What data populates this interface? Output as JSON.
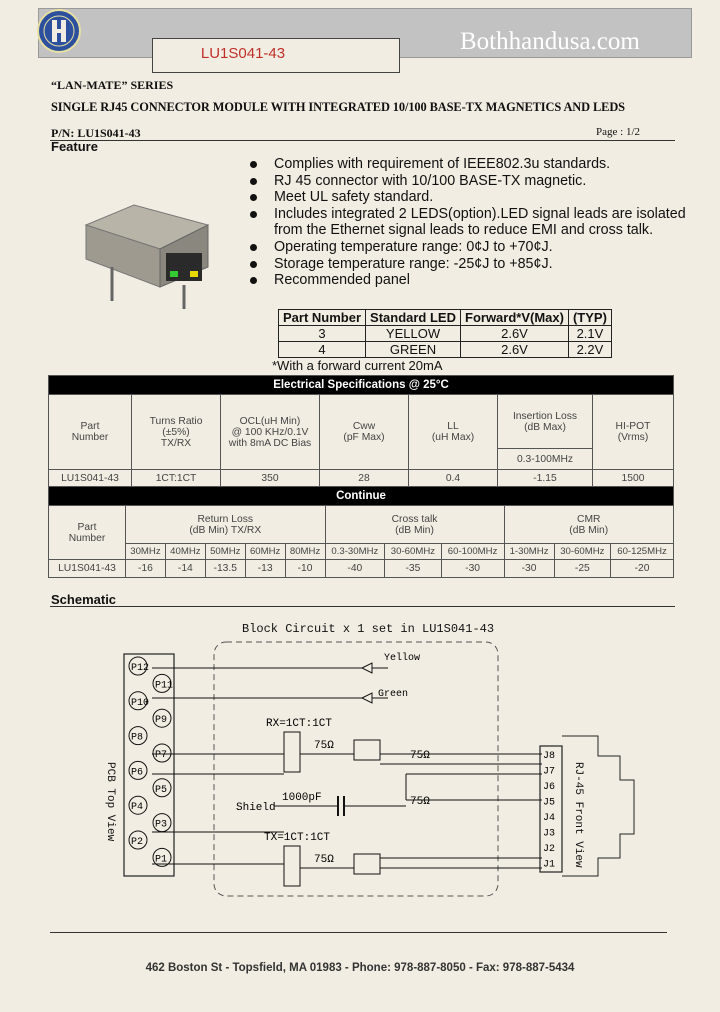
{
  "header": {
    "part_label": "LU1S041-43",
    "site": "Bothhandusa.com"
  },
  "title": {
    "series": "“LAN-MATE” SERIES",
    "subtitle": "SINGLE RJ45 CONNECTOR MODULE WITH INTEGRATED 10/100 BASE-TX MAGNETICS AND LEDS",
    "pn_line": "P/N: LU1S041-43",
    "page": "Page : 1/2"
  },
  "feature": {
    "heading": "Feature",
    "bullets": [
      "Complies with requirement of IEEE802.3u standards.",
      "RJ 45 connector with 10/100 BASE-TX magnetic.",
      "Meet UL safety standard.",
      "Includes integrated 2 LEDS(option).LED signal leads are isolated from the Ethernet signal leads to reduce EMI and cross talk.",
      "Operating temperature range: 0¢J  to +70¢J.",
      "Storage temperature range: -25¢J  to +85¢J.",
      "Recommended panel"
    ]
  },
  "led_table": {
    "headers": [
      "Part Number",
      "Standard LED",
      "Forward*V(Max)",
      "(TYP)"
    ],
    "rows": [
      [
        "3",
        "YELLOW",
        "2.6V",
        "2.1V"
      ],
      [
        "4",
        "GREEN",
        "2.6V",
        "2.2V"
      ]
    ],
    "note": "*With a forward current 20mA"
  },
  "electrical": {
    "title": "Electrical Specifications @ 25°C",
    "col_part": "Part\nNumber",
    "col_turns": "Turns Ratio\n(±5%)\nTX/RX",
    "col_ocl": "OCL(uH Min)\n@ 100 KHz/0.1V\nwith 8mA DC Bias",
    "col_cww": "Cww\n(pF Max)",
    "col_ll": "LL\n(uH Max)",
    "col_il": "Insertion Loss\n(dB Max)",
    "col_il_range": "0.3-100MHz",
    "col_hipot": "HI-POT\n(Vrms)",
    "row": [
      "LU1S041-43",
      "1CT:1CT",
      "350",
      "28",
      "0.4",
      "-1.15",
      "1500"
    ]
  },
  "continue": {
    "title": "Continue",
    "col_part": "Part\nNumber",
    "rl_title": "Return Loss\n(dB Min) TX/RX",
    "ct_title": "Cross talk\n(dB Min)",
    "cmr_title": "CMR\n(dB Min)",
    "rl_freqs": [
      "30MHz",
      "40MHz",
      "50MHz",
      "60MHz",
      "80MHz"
    ],
    "ct_freqs": [
      "0.3-30MHz",
      "30-60MHz",
      "60-100MHz"
    ],
    "cmr_freqs": [
      "1-30MHz",
      "30-60MHz",
      "60-125MHz"
    ],
    "row": [
      "LU1S041-43",
      "-16",
      "-14",
      "-13.5",
      "-13",
      "-10",
      "-40",
      "-35",
      "-30",
      "-30",
      "-25",
      "-20"
    ]
  },
  "schematic": {
    "heading": "Schematic",
    "block_title": "Block Circuit  x 1 set in LU1S041-43",
    "pcb_label": "PCB Top View",
    "rj_label": "RJ-45 Front View",
    "pins_left": [
      "P12",
      "P11",
      "P10",
      "P9",
      "P8",
      "P7",
      "P6",
      "P5",
      "P4",
      "P3",
      "P2",
      "P1"
    ],
    "pins_right": [
      "J8",
      "J7",
      "J6",
      "J5",
      "J4",
      "J3",
      "J2",
      "J1"
    ],
    "yellow": "Yellow",
    "green": "Green",
    "rx": "RX=1CT:1CT",
    "tx": "TX=1CT:1CT",
    "res": "75Ω",
    "shield": "Shield",
    "cap": "1000pF"
  },
  "footer": "462 Boston St - Topsfield, MA 01983 - Phone: 978-887-8050 - Fax: 978-887-5434",
  "colors": {
    "accent": "#c0302a",
    "banner": "#c2c2c2",
    "paper": "#f2ede2"
  }
}
